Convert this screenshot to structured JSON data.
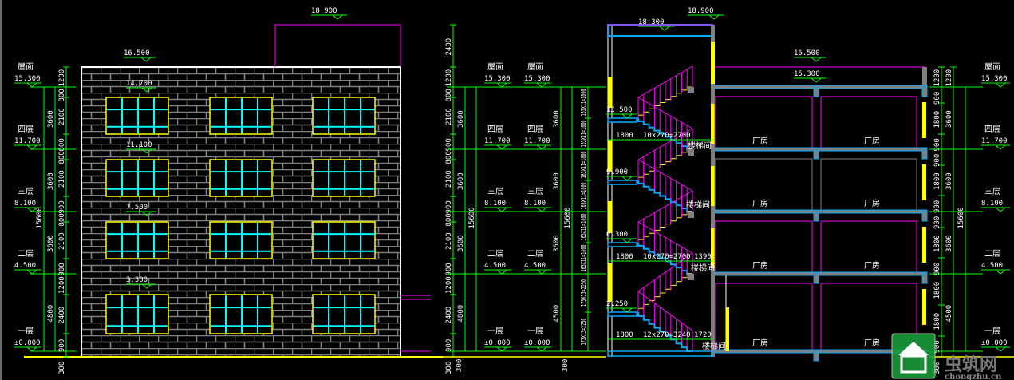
{
  "colors": {
    "background": "#000000",
    "dimension": "#00ff00",
    "window_frame": "#ffff00",
    "window_mullion": "#00ffff",
    "brick": "#808080",
    "wall_outline": "#ffffff",
    "section_line": "#ff00ff",
    "slab": "#00aaff",
    "watermark": "#1a9a3a"
  },
  "elevation": {
    "top_levels": [
      "18.900",
      "16.500"
    ],
    "window_levels": [
      "14.700",
      "11.100",
      "7.500",
      "3.300"
    ],
    "floors": [
      {
        "name": "屋面",
        "level": "15.300"
      },
      {
        "name": "四层",
        "level": "11.700"
      },
      {
        "name": "三层",
        "level": "8.100"
      },
      {
        "name": "二层",
        "level": "4.500"
      },
      {
        "name": "一层",
        "level": "±0.000"
      }
    ],
    "dims_detail": [
      "1200",
      "800",
      "2100",
      "800",
      "800",
      "2100",
      "900",
      "800",
      "2100",
      "900",
      "1200",
      "2400",
      "900",
      "300"
    ],
    "dims_floor": [
      "3600",
      "3600",
      "3600",
      "4800"
    ],
    "dims_total": [
      "15600"
    ]
  },
  "section_left": {
    "dims_detail": [
      "2400",
      "1200",
      "800",
      "2100",
      "900",
      "800",
      "2100",
      "900",
      "800",
      "2100",
      "900",
      "1200",
      "2400",
      "900",
      "300"
    ],
    "dims_floor": [
      "3600",
      "3600",
      "3600",
      "4800"
    ],
    "dims_total": [
      "15600"
    ],
    "dims_floor2": [
      "3600",
      "3600",
      "3600",
      "4500"
    ],
    "dims_total2": [
      "15600"
    ],
    "dims_300": [
      "300",
      "300"
    ],
    "dims_risers": [
      "163X11=1800",
      "163X11=1800",
      "163X11=1800",
      "163X11=1800",
      "163X11=1800",
      "163X11=1800",
      "173X13=2250",
      "173X13=2250"
    ]
  },
  "stair": {
    "top_levels": [
      "18.900",
      "18.300"
    ],
    "landing_levels": [
      "13.500",
      "9.900",
      "6.300",
      "2.250"
    ],
    "runs": [
      {
        "landing": "1800",
        "flight": "10x270=2700",
        "end": "",
        "room": "楼梯间"
      },
      {
        "landing": "1800",
        "flight": "10x270=2700",
        "end": "1390",
        "room": "楼梯间"
      },
      {
        "landing": "1800",
        "flight": "12x270=3240",
        "end": "1720",
        "room": "楼梯间"
      }
    ],
    "room_extra": "楼梯间"
  },
  "section_right": {
    "top_levels": [
      "16.500",
      "15.300"
    ],
    "room_label": "厂房",
    "dims_detail": [
      "1200",
      "900",
      "1800",
      "900",
      "900",
      "1800",
      "900",
      "900",
      "1800",
      "900",
      "1800",
      "1800",
      "900",
      "300"
    ],
    "dims_floor": [
      "1200",
      "3600",
      "3600",
      "3600",
      "4500"
    ],
    "dims_total": [
      "15600"
    ]
  },
  "watermark": {
    "title": "虫筑网",
    "url": "chongzhu.cn"
  }
}
